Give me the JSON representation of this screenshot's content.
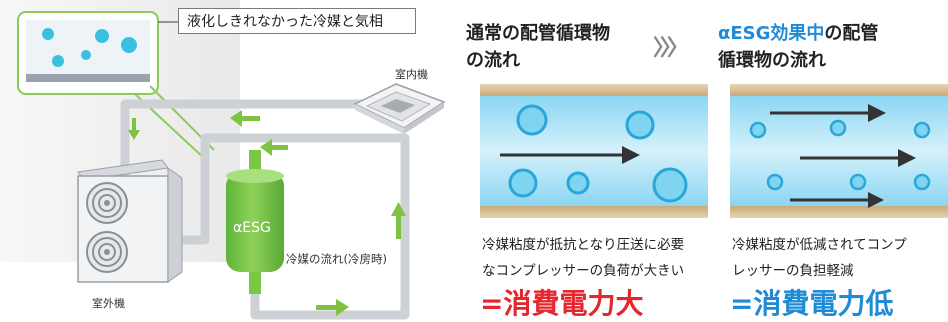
{
  "left": {
    "callout_label": "液化しきれなかった冷媒と気相",
    "indoor_label": "室内機",
    "outdoor_label": "室外機",
    "device_label": "αESG",
    "flow_label": "冷媒の流れ(冷房時)"
  },
  "normal": {
    "title_line1": "通常の配管循環物",
    "title_line2": "の流れ",
    "desc_line1": "冷媒粘度が抵抗となり圧送に必要",
    "desc_line2": "なコンプレッサーの負荷が大きい",
    "result": "=消費電力大"
  },
  "chevrons": "〉〉〉",
  "esg": {
    "title_prefix": "αESG効果中",
    "title_suffix": "の配管",
    "title_line2": "循環物の流れ",
    "desc_line1": "冷媒粘度が低減されてコンプ",
    "desc_line2": "レッサーの負担軽減",
    "result": "=消費電力低"
  },
  "colors": {
    "pipe_gray": "#cdd1d5",
    "arrow_green": "#7fc241",
    "device_green": "#7cc747",
    "bubble_cyan": "#39c1e0",
    "pipe_blue": "#5fc4ec",
    "pipe_wall": "#d8bf96",
    "red": "#e5262d",
    "blue": "#1f8ad6"
  }
}
